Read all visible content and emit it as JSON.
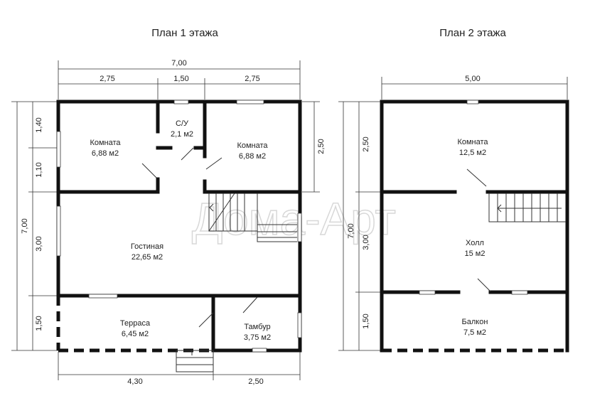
{
  "plans": [
    {
      "title": "План 1 этажа",
      "dims": {
        "top_total": "7,00",
        "top_left": "2,75",
        "top_mid": "1,50",
        "top_right": "2,75",
        "left_total": "7,00",
        "left_1": "1,40",
        "left_2": "1,10",
        "left_3": "3,00",
        "left_4": "1,50",
        "right_1": "2,50",
        "bottom_left": "4,30",
        "bottom_right": "2,50"
      },
      "rooms": [
        {
          "name": "Комната",
          "area": "6,88 м2"
        },
        {
          "name": "С/У",
          "area": "2,1 м2"
        },
        {
          "name": "Комната",
          "area": "6,88 м2"
        },
        {
          "name": "Гостиная",
          "area": "22,65 м2"
        },
        {
          "name": "Терраса",
          "area": "6,45 м2"
        },
        {
          "name": "Тамбур",
          "area": "3,75 м2"
        }
      ]
    },
    {
      "title": "План 2 этажа",
      "dims": {
        "top_total": "5,00",
        "left_total": "7,00",
        "left_1": "2,50",
        "left_2": "3,00",
        "left_3": "1,50"
      },
      "rooms": [
        {
          "name": "Комната",
          "area": "12,5 м2"
        },
        {
          "name": "Холл",
          "area": "15 м2"
        },
        {
          "name": "Балкон",
          "area": "7,5 м2"
        }
      ]
    }
  ],
  "watermark": "Дома-Арт"
}
